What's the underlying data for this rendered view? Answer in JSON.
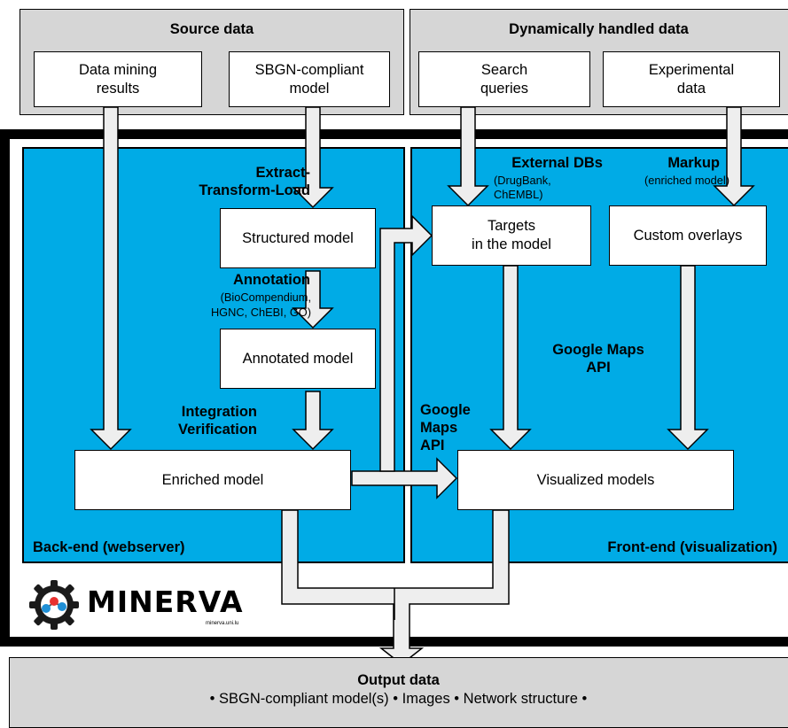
{
  "source": {
    "title": "Source data",
    "data_mining": "Data mining\nresults",
    "sbgn": "SBGN-compliant\nmodel"
  },
  "dynamic": {
    "title": "Dynamically handled data",
    "search": "Search\nqueries",
    "experimental": "Experimental\ndata"
  },
  "backend": {
    "etl": "Extract-\nTransform-Load",
    "structured": "Structured model",
    "annotation": "Annotation",
    "annotation_sources": "(BioCompendium,\nHGNC, ChEBI, GO)",
    "annotated": "Annotated model",
    "integration": "Integration\nVerification",
    "enriched": "Enriched model",
    "label": "Back-end (webserver)"
  },
  "frontend": {
    "external_dbs": "External DBs",
    "external_dbs_sources": "(DrugBank,\nChEMBL)",
    "markup": "Markup",
    "markup_sub": "(enriched model)",
    "targets": "Targets\nin the model",
    "overlays": "Custom overlays",
    "gmaps_center": "Google Maps\nAPI",
    "gmaps_left": "Google\nMaps\nAPI",
    "visualized": "Visualized models",
    "label": "Front-end (visualization)"
  },
  "logo": {
    "name": "MINERVA",
    "url": "minerva.uni.lu"
  },
  "output": {
    "title": "Output data",
    "items": "• SBGN-compliant model(s) • Images • Network structure •"
  },
  "colors": {
    "blue_panel": "#00abe6",
    "gray_panel": "#d6d6d6",
    "arrow_fill": "#eeeeee",
    "logo_red": "#e8312f",
    "logo_blue": "#1f8fd6"
  }
}
